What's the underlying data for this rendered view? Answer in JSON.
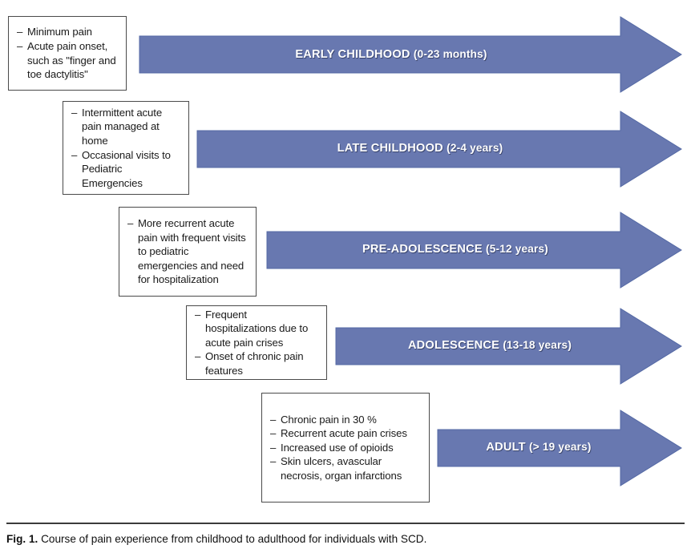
{
  "figure": {
    "caption_number": "Fig. 1.",
    "caption_text": "Course of pain experience from childhood to adulthood for individuals with SCD.",
    "arrow_color": "#6878B0",
    "arrow_edge_color": "#5368A4",
    "box_border_color": "#4A4A4A",
    "label_text_color": "#FFFFFF"
  },
  "stages": [
    {
      "id": "early-childhood",
      "label_main": "EARLY CHILDHOOD",
      "label_range": "(0-23 months)",
      "bullets": [
        "Minimum pain",
        "Acute pain onset, such as \"finger and toe dactylitis\""
      ]
    },
    {
      "id": "late-childhood",
      "label_main": "LATE CHILDHOOD",
      "label_range": "(2-4 years)",
      "bullets": [
        "Intermittent acute pain managed at home",
        "Occasional visits to Pediatric Emergencies"
      ]
    },
    {
      "id": "pre-adolescence",
      "label_main": "PRE-ADOLESCENCE",
      "label_range": "(5-12 years)",
      "bullets": [
        "More recurrent acute pain with frequent visits to pediatric emergencies and need for hospitalization"
      ]
    },
    {
      "id": "adolescence",
      "label_main": "ADOLESCENCE",
      "label_range": "(13-18 years)",
      "bullets": [
        "Frequent hospitalizations due to acute pain crises",
        "Onset of chronic pain features"
      ]
    },
    {
      "id": "adult",
      "label_main": "ADULT",
      "label_range": "(> 19 years)",
      "bullets": [
        "Chronic pain in 30 %",
        "Recurrent acute pain crises",
        "Increased use of opioids",
        "Skin ulcers, avascular necrosis, organ infarctions"
      ]
    }
  ]
}
